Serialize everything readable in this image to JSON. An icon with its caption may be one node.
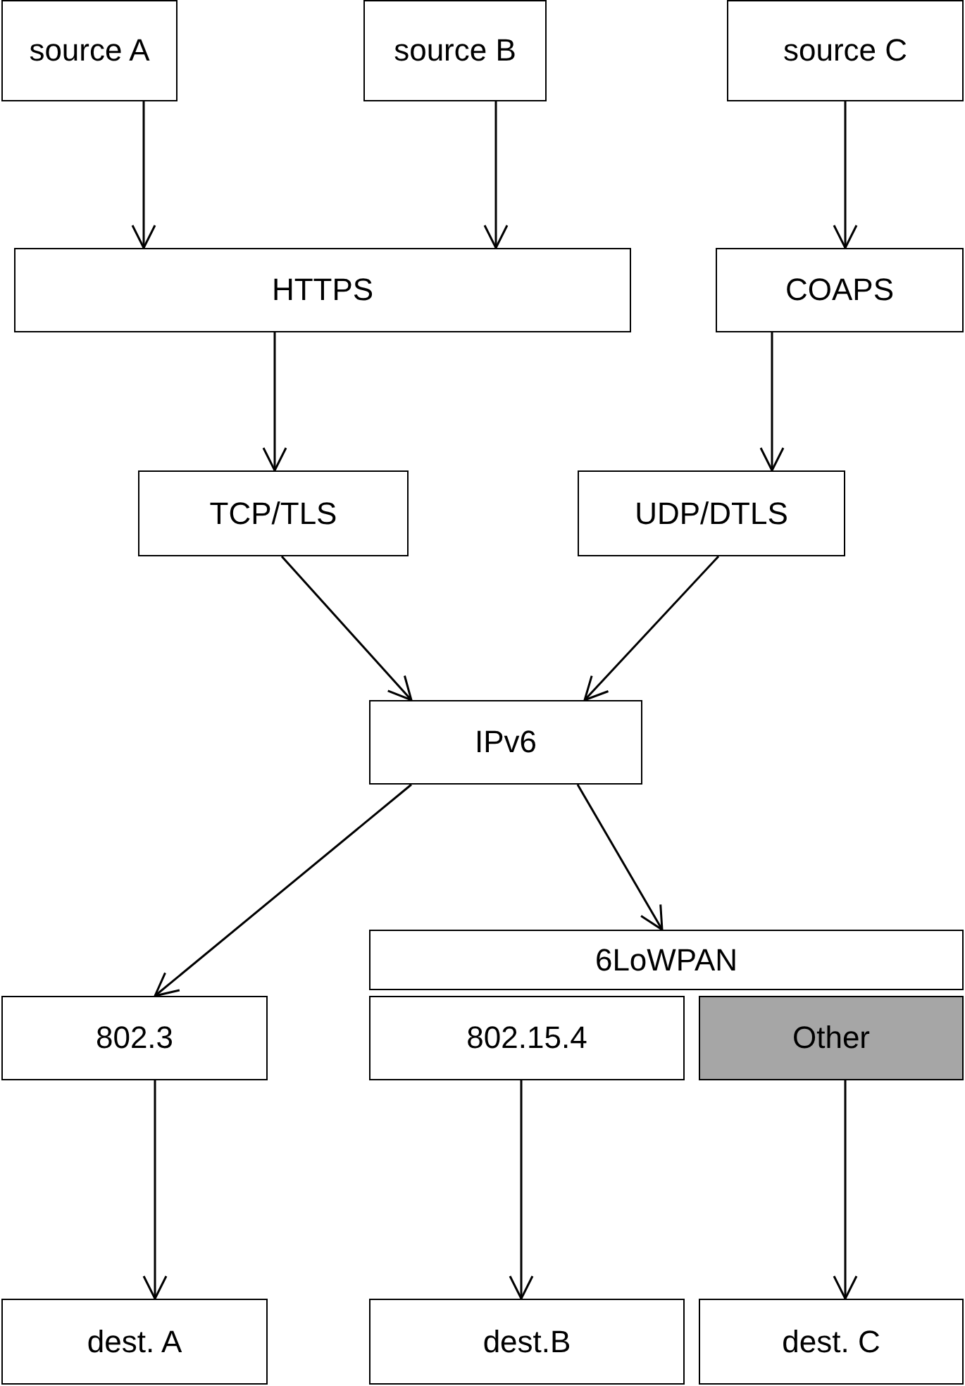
{
  "diagram": {
    "nodes": [
      {
        "text": [
          "source A"
        ]
      },
      {
        "text": [
          "source B"
        ]
      },
      {
        "text": [
          "source C"
        ]
      },
      {
        "text": [
          "HTTPS"
        ]
      },
      {
        "text": [
          "COAPS"
        ]
      },
      {
        "text": [
          "TCP/TLS"
        ]
      },
      {
        "text": [
          "UDP/DTLS"
        ]
      },
      {
        "text": [
          "IPv6"
        ]
      },
      {
        "text": [
          "6LoWPAN"
        ]
      },
      {
        "text": [
          "802.3"
        ]
      },
      {
        "text": [
          "802.15.4"
        ]
      },
      {
        "text": [
          "Other"
        ]
      },
      {
        "text": [
          "dest. A"
        ]
      },
      {
        "text": [
          "dest.B"
        ]
      },
      {
        "text": [
          "dest. C"
        ]
      }
    ],
    "edges": [
      {
        "from": 0,
        "to": 3,
        "arrow": "to"
      },
      {
        "from": 1,
        "to": 3,
        "arrow": "to"
      },
      {
        "from": 2,
        "to": 4,
        "arrow": "to"
      },
      {
        "from": 3,
        "to": 5,
        "arrow": "to"
      },
      {
        "from": 4,
        "to": 6,
        "arrow": "to"
      },
      {
        "from": 5,
        "to": 7,
        "arrow": "to"
      },
      {
        "from": 6,
        "to": 7,
        "arrow": "to"
      },
      {
        "from": 7,
        "to": 9,
        "arrow": "to"
      },
      {
        "from": 7,
        "to": 8,
        "arrow": "to"
      },
      {
        "from": 9,
        "to": 12,
        "arrow": "to"
      },
      {
        "from": 10,
        "to": 13,
        "arrow": "to"
      },
      {
        "from": 11,
        "to": 14,
        "arrow": "to"
      }
    ]
  }
}
